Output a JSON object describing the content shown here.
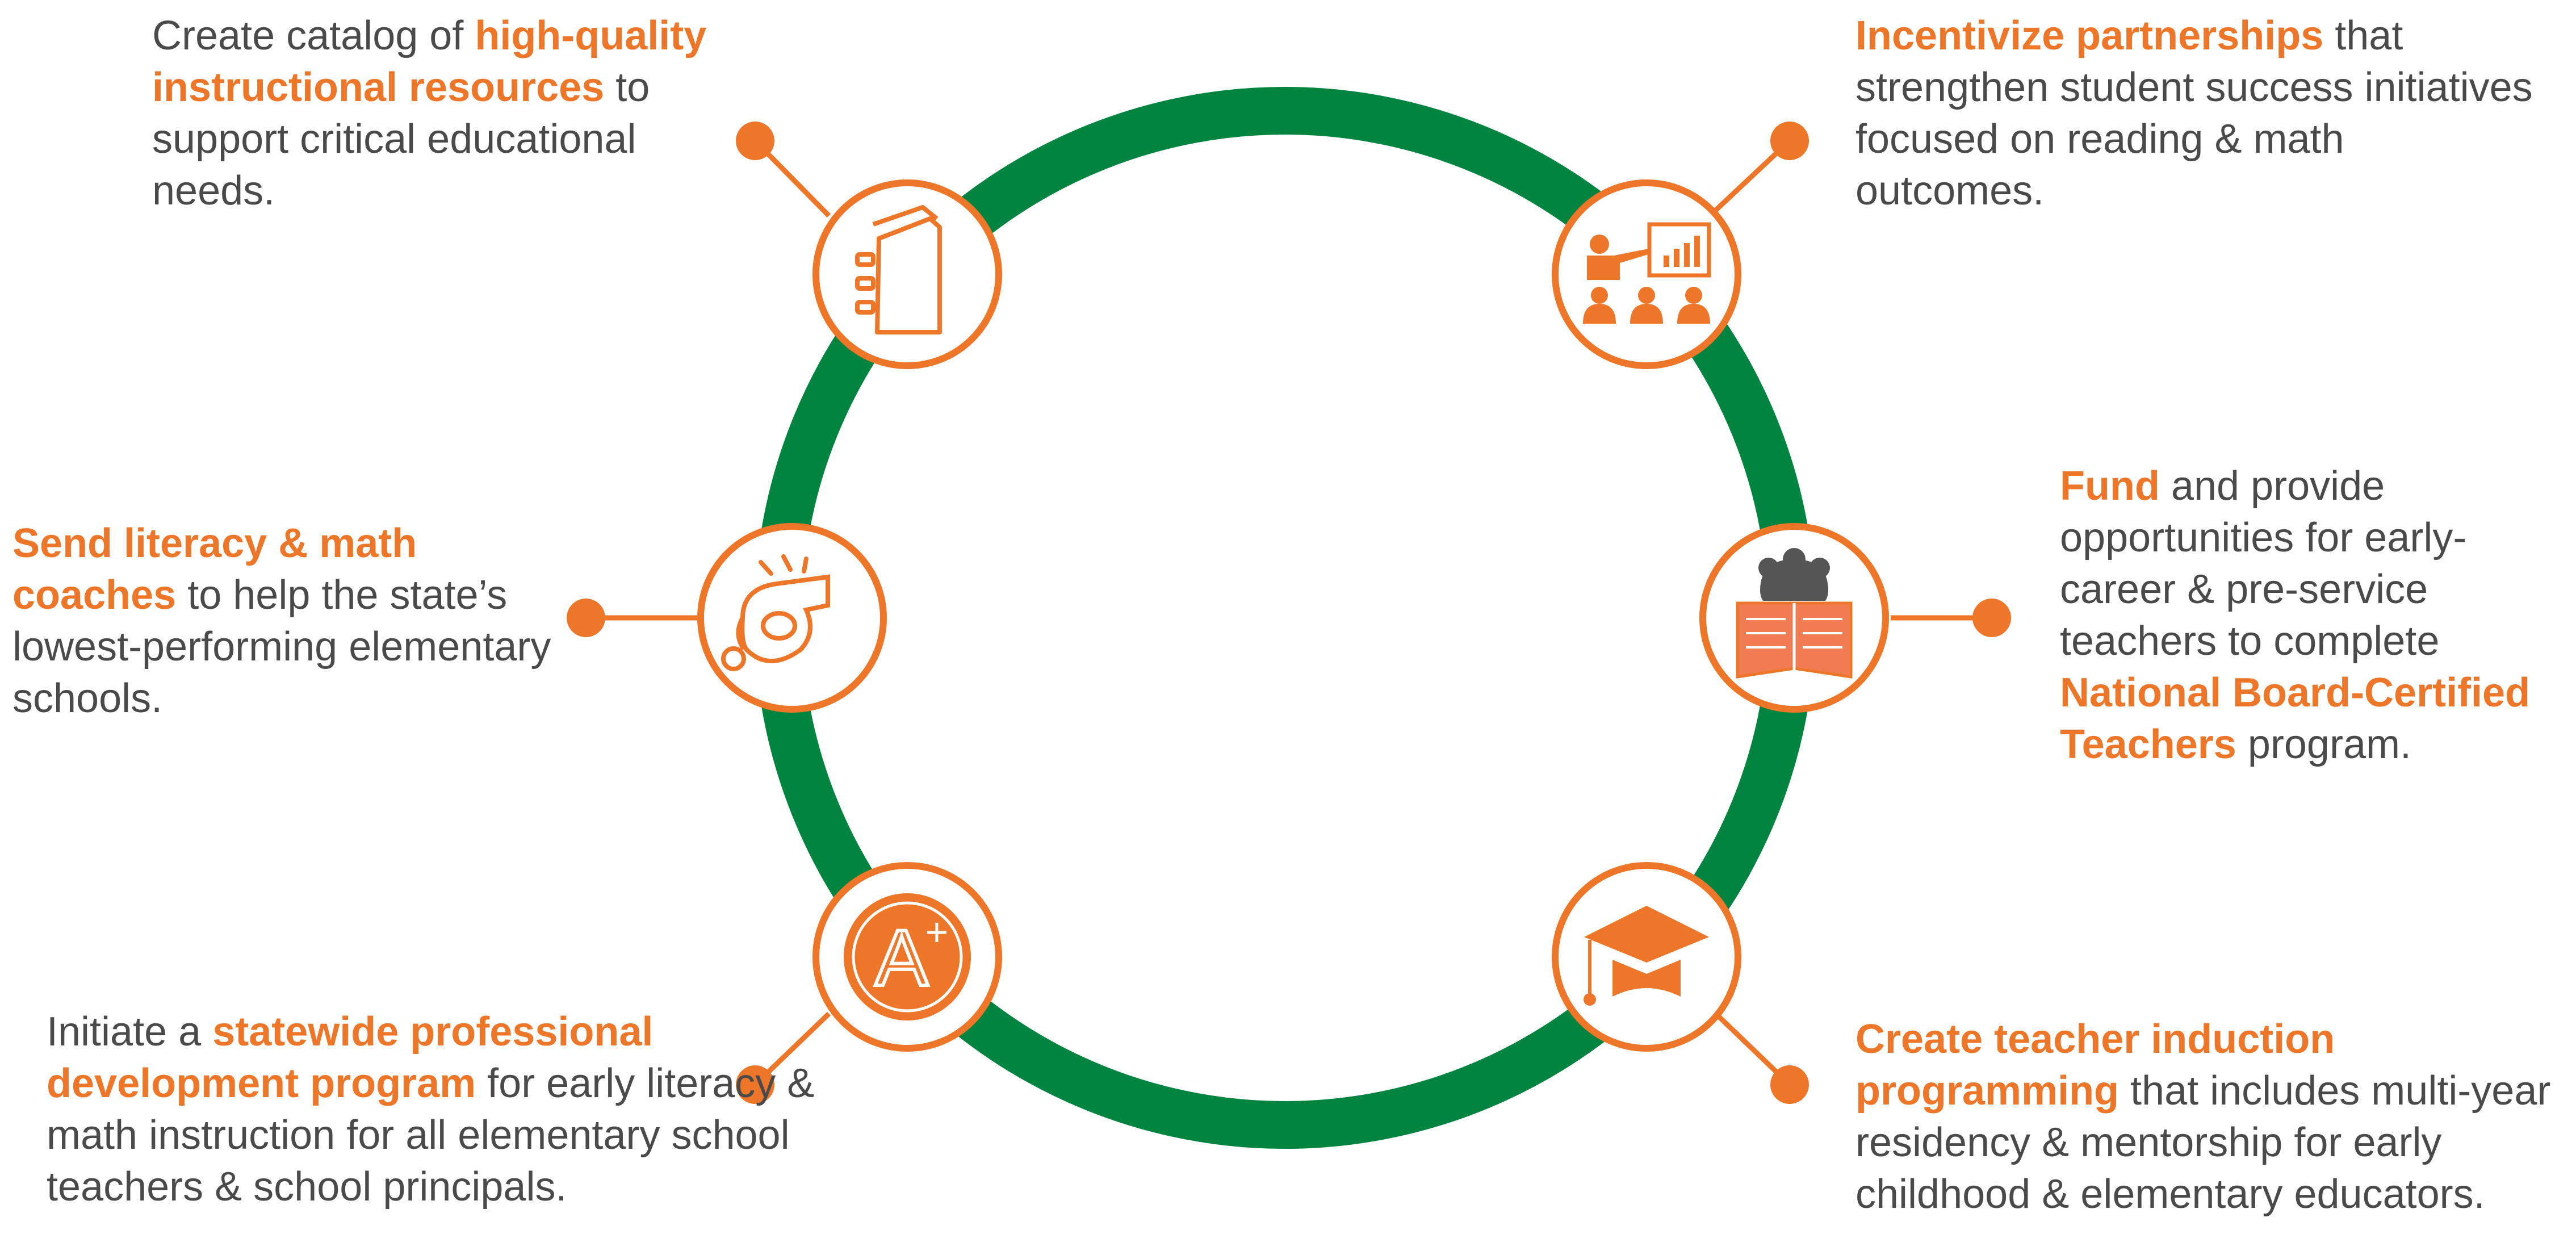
{
  "colors": {
    "ring": "#00843f",
    "accent": "#ee7629",
    "text": "#4a4a4a",
    "background": "#ffffff"
  },
  "items": [
    {
      "icon": "binder-icon",
      "text": [
        {
          "t": "Create catalog of "
        },
        {
          "t": "high-quality instructional resources",
          "hl": true
        },
        {
          "t": " to support critical educational needs."
        }
      ]
    },
    {
      "icon": "presentation-icon",
      "text": [
        {
          "t": "Incentivize partnerships",
          "hl": true
        },
        {
          "t": " that strengthen student success initiatives focused on reading & math outcomes."
        }
      ]
    },
    {
      "icon": "whistle-icon",
      "text": [
        {
          "t": "Send literacy & math coaches",
          "hl": true
        },
        {
          "t": " to help the state’s lowest-performing elementary schools."
        }
      ]
    },
    {
      "icon": "reading-person-icon",
      "text": [
        {
          "t": "Fund",
          "hl": true
        },
        {
          "t": " and provide opportunities for early-career & pre-service teachers to complete "
        },
        {
          "t": "National Board-Certified Teachers",
          "hl": true
        },
        {
          "t": " program."
        }
      ]
    },
    {
      "icon": "a-plus-grade-icon",
      "glyph": "A",
      "glyph_sup": "+",
      "text": [
        {
          "t": "Initiate a "
        },
        {
          "t": "statewide professional development program",
          "hl": true
        },
        {
          "t": " for early literacy & math instruction for all elementary school teachers & school principals."
        }
      ]
    },
    {
      "icon": "graduation-cap-icon",
      "text": [
        {
          "t": "Create teacher induction programming",
          "hl": true
        },
        {
          "t": " that includes multi-year residency & mentorship for early childhood & elementary educators."
        }
      ]
    }
  ]
}
